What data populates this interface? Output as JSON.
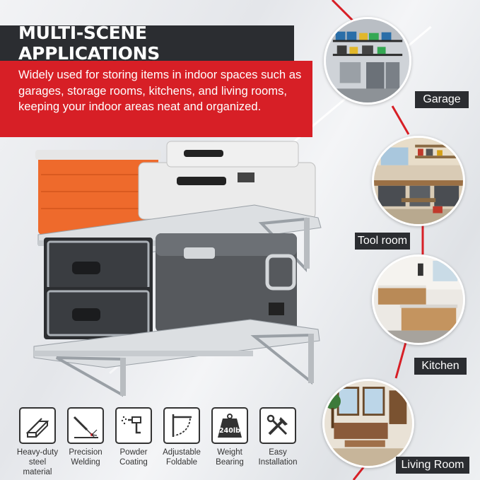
{
  "header": {
    "title": "MULTI-SCENE APPLICATIONS",
    "description": "Widely used for storing items in indoor spaces such as garages, storage rooms, kitchens, and living rooms, keeping your indoor areas neat and organized."
  },
  "scenes": [
    {
      "label": "Garage"
    },
    {
      "label": "Tool room"
    },
    {
      "label": "Kitchen"
    },
    {
      "label": "Living Room"
    }
  ],
  "features": [
    {
      "label": "Heavy-duty steel material",
      "icon": "steel-beam-icon"
    },
    {
      "label": "Precision Welding",
      "icon": "welding-icon"
    },
    {
      "label": "Powder Coating",
      "icon": "spray-gun-icon"
    },
    {
      "label": "Adjustable Foldable",
      "icon": "fold-icon"
    },
    {
      "label": "Weight Bearing",
      "icon": "weight-icon",
      "badge": "240lb"
    },
    {
      "label": "Easy Installation",
      "icon": "tools-icon"
    }
  ],
  "colors": {
    "accent": "#d71f26",
    "dark": "#2b2d31"
  }
}
